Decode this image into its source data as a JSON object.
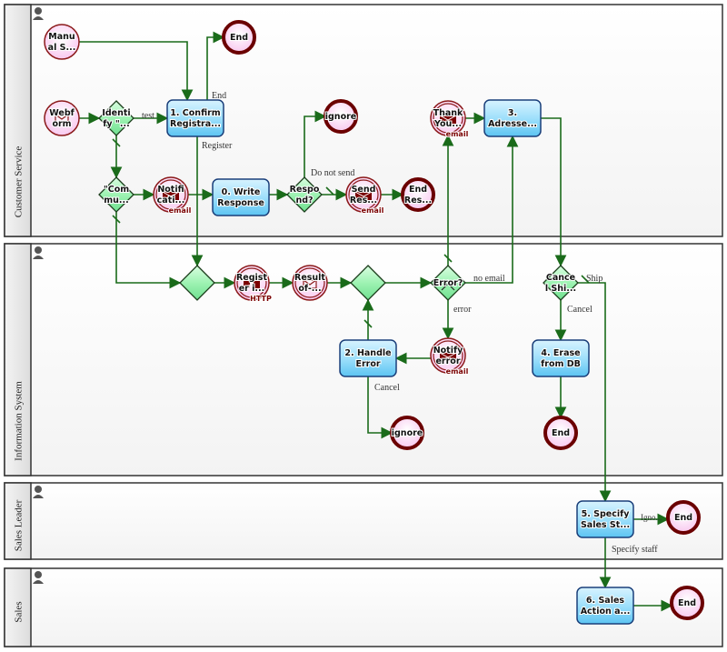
{
  "lanes": [
    {
      "id": "cs",
      "label": "Customer Service"
    },
    {
      "id": "is",
      "label": "Information System"
    },
    {
      "id": "sl",
      "label": "Sales Leader"
    },
    {
      "id": "sa",
      "label": "Sales"
    }
  ],
  "nodes": [
    {
      "id": "manual",
      "type": "start",
      "lines": [
        "Manu",
        "al S..."
      ]
    },
    {
      "id": "webform",
      "type": "start-msg",
      "lines": [
        "Webf",
        "orm"
      ]
    },
    {
      "id": "end1",
      "type": "end",
      "lines": [
        "End"
      ]
    },
    {
      "id": "identify",
      "type": "gateway",
      "lines": [
        "Identi",
        "fy \"..."
      ]
    },
    {
      "id": "confirm",
      "type": "task",
      "lines": [
        "1. Confirm",
        "Registra..."
      ]
    },
    {
      "id": "communicate",
      "type": "gateway",
      "lines": [
        "\"Com",
        "mu..."
      ]
    },
    {
      "id": "notification",
      "type": "intermediate-email",
      "lines": [
        "Notifi",
        "cati..."
      ],
      "tag": "email"
    },
    {
      "id": "write",
      "type": "task",
      "lines": [
        "0. Write",
        "Response"
      ]
    },
    {
      "id": "respond",
      "type": "gateway",
      "lines": [
        "Respo",
        "nd?"
      ]
    },
    {
      "id": "ignore1",
      "type": "end",
      "lines": [
        "ignore"
      ]
    },
    {
      "id": "sendres",
      "type": "intermediate-email",
      "lines": [
        "Send",
        "Res..."
      ],
      "tag": "email"
    },
    {
      "id": "endres",
      "type": "end",
      "lines": [
        "End",
        "Res..."
      ]
    },
    {
      "id": "thankyou",
      "type": "intermediate-email",
      "lines": [
        "Thank",
        "You..."
      ],
      "tag": "email"
    },
    {
      "id": "adresse",
      "type": "task",
      "lines": [
        "3.",
        "Adresse..."
      ]
    },
    {
      "id": "merge1",
      "type": "gateway",
      "lines": []
    },
    {
      "id": "register",
      "type": "intermediate-http",
      "lines": [
        "Regist",
        "er i..."
      ],
      "tag": "HTTP"
    },
    {
      "id": "result",
      "type": "intermediate-msg",
      "lines": [
        "Result",
        "of-..."
      ]
    },
    {
      "id": "merge2",
      "type": "gateway",
      "lines": []
    },
    {
      "id": "error",
      "type": "gateway-x",
      "lines": [
        "Error?"
      ]
    },
    {
      "id": "notifyerr",
      "type": "intermediate-email",
      "lines": [
        "Notify",
        "error"
      ],
      "tag": "email"
    },
    {
      "id": "handle",
      "type": "task",
      "lines": [
        "2. Handle",
        "Error"
      ]
    },
    {
      "id": "ignore2",
      "type": "end",
      "lines": [
        "ignore"
      ]
    },
    {
      "id": "cancelship",
      "type": "gateway",
      "lines": [
        "Cance",
        "l Shi..."
      ]
    },
    {
      "id": "erase",
      "type": "task",
      "lines": [
        "4. Erase",
        "from DB"
      ]
    },
    {
      "id": "end2",
      "type": "end",
      "lines": [
        "End"
      ]
    },
    {
      "id": "specify",
      "type": "task",
      "lines": [
        "5. Specify",
        "Sales St..."
      ]
    },
    {
      "id": "end3",
      "type": "end",
      "lines": [
        "End"
      ]
    },
    {
      "id": "salesaction",
      "type": "task",
      "lines": [
        "6. Sales",
        "Action a..."
      ]
    },
    {
      "id": "end4",
      "type": "end",
      "lines": [
        "End"
      ]
    }
  ],
  "edge_labels": {
    "test": "test",
    "end": "End",
    "register": "Register",
    "do_not_send": "Do not send",
    "no_email": "no email",
    "error": "error",
    "cancel1": "Cancel",
    "cancel2": "Cancel",
    "ship": "Ship",
    "ignore_short": "Igno...",
    "specify_staff": "Specify staff"
  },
  "colors": {
    "edge": "#1a6b1a",
    "task_fill": "#7fd3f7",
    "task_stroke": "#1a3f7a",
    "gateway_fill": "#8ff0a8",
    "event_fill": "#fbd7f4",
    "end_stroke": "#6b0000"
  }
}
